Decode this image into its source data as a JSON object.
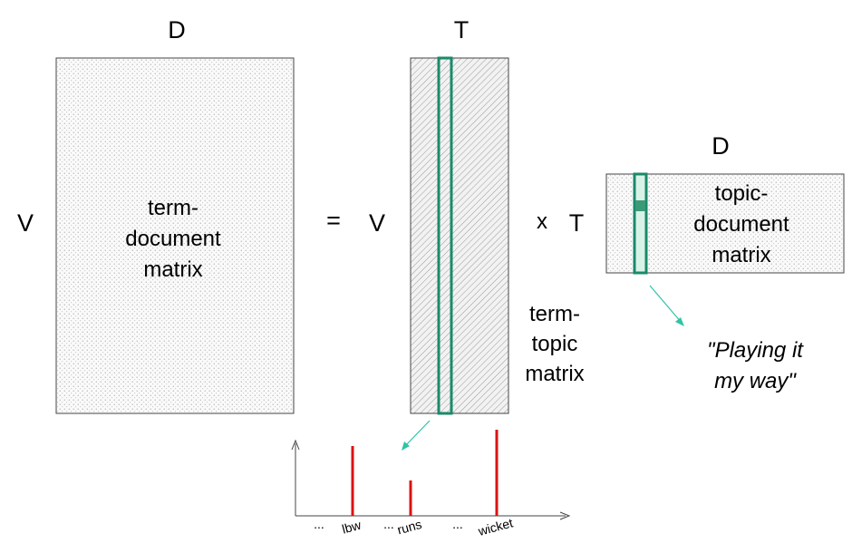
{
  "matrix_tdm": {
    "rows_label": "V",
    "cols_label": "D",
    "label_lines": [
      "term-",
      "document",
      "matrix"
    ]
  },
  "equals": "=",
  "matrix_ttm": {
    "rows_label": "V",
    "cols_label": "T",
    "label_lines": [
      "term-",
      "topic",
      "matrix"
    ]
  },
  "times": "x",
  "matrix_tdoc": {
    "rows_label": "T",
    "cols_label": "D",
    "label_lines": [
      "topic-",
      "document",
      "matrix"
    ]
  },
  "document_quote_lines": [
    "\"Playing it",
    "my way\""
  ],
  "colors": {
    "highlight": "#1a8a6a",
    "highlight_fill": "#d9f2e8",
    "cell_fill": "#3a9a78",
    "arrow": "#2ec4a4",
    "bar": "#dd1111",
    "border": "#444444"
  },
  "chart_data": {
    "type": "bar",
    "categories": [
      "...",
      "lbw",
      "...",
      "runs",
      "...",
      "wicket"
    ],
    "values": [
      0,
      0.77,
      0,
      0.39,
      0,
      0.95
    ],
    "title": "",
    "xlabel": "",
    "ylabel": "",
    "ylim": [
      0,
      1
    ]
  }
}
